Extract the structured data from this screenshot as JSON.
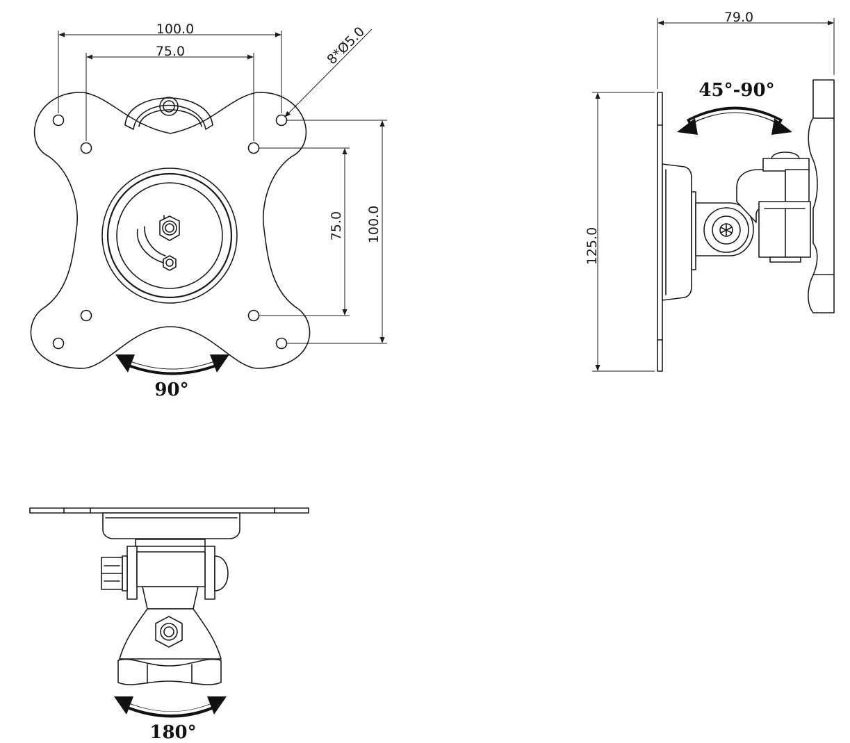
{
  "front_view": {
    "dims": {
      "outer_width": "100.0",
      "inner_width": "75.0",
      "hole_spec": "8*Ø5.0",
      "inner_height": "75.0",
      "outer_height": "100.0"
    },
    "rotation_label": "90°"
  },
  "side_view": {
    "dims": {
      "depth": "79.0",
      "height": "125.0"
    },
    "tilt_label": "45°-90°"
  },
  "bottom_view": {
    "swivel_label": "180°"
  }
}
